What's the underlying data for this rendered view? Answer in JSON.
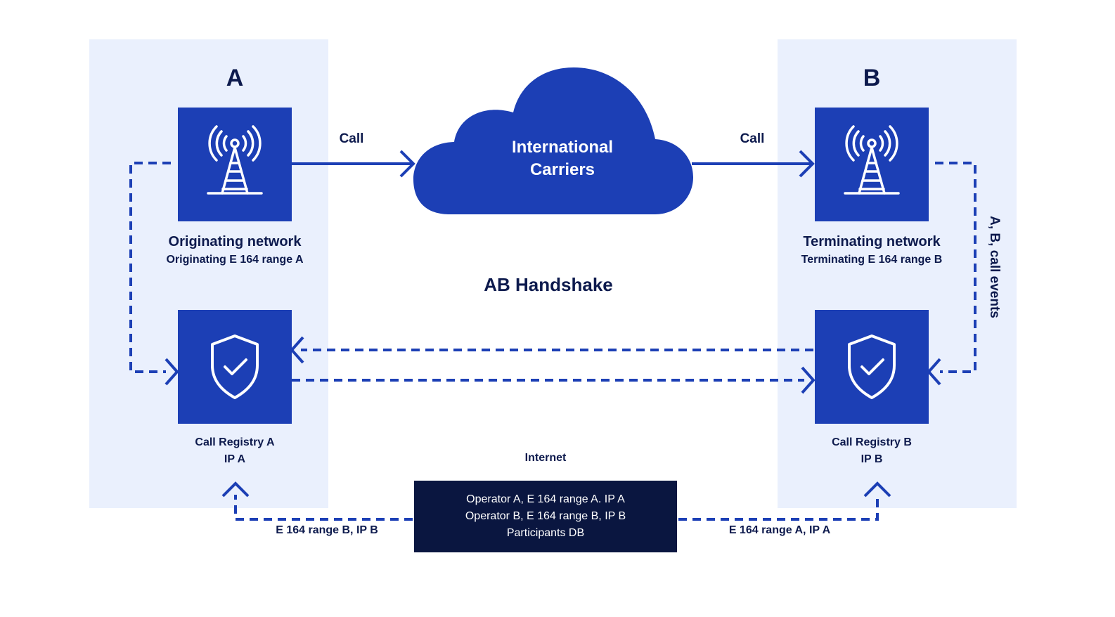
{
  "node_a": {
    "letter": "A",
    "network_title": "Originating network",
    "network_subtitle": "Originating E 164 range A",
    "registry_name": "Call Registry A",
    "registry_ip": "IP A",
    "tower_icon": "cell-tower-icon",
    "registry_icon": "shield-check-icon"
  },
  "node_b": {
    "letter": "B",
    "network_title": "Terminating network",
    "network_subtitle": "Terminating E 164 range B",
    "registry_name": "Call Registry B",
    "registry_ip": "IP B",
    "tower_icon": "cell-tower-icon",
    "registry_icon": "shield-check-icon"
  },
  "cloud": {
    "line1": "International",
    "line2": "Carriers"
  },
  "edges": {
    "call_left": "Call",
    "call_right": "Call",
    "call_events": "A, B, call events",
    "bottom_left": "E 164 range B, IP B",
    "bottom_right": "E 164 range A, IP A"
  },
  "center_title": "AB Handshake",
  "internet_label": "Internet",
  "participants_db": {
    "line1": "Operator A, E 164 range A. IP A",
    "line2": "Operator B, E 164 range B, IP B",
    "line3": "Participants DB"
  },
  "colors": {
    "panel_bg": "#eaf0fd",
    "node_blue": "#1c3fb5",
    "db_navy": "#0a1640",
    "text_dark": "#0d1a4d"
  }
}
